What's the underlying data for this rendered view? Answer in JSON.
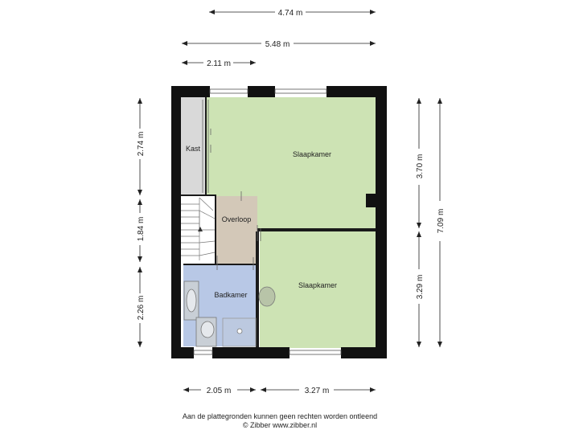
{
  "dimensions": {
    "top_total": "4.74 m",
    "top_outer": "5.48 m",
    "top_left": "2.11 m",
    "left_upper": "2.74 m",
    "left_middle": "1.84 m",
    "left_lower": "2.26 m",
    "right_upper": "3.70 m",
    "right_lower": "3.29 m",
    "right_total": "7.09 m",
    "bottom_left": "2.05 m",
    "bottom_right": "3.27 m"
  },
  "rooms": {
    "kast": "Kast",
    "slaapkamer_1": "Slaapkamer",
    "overloop": "Overloop",
    "slaapkamer_2": "Slaapkamer",
    "badkamer": "Badkamer"
  },
  "colors": {
    "wall": "#111111",
    "bedroom": "#cde3b4",
    "landing": "#d3c8b8",
    "bathroom": "#b8c8e6",
    "closet": "#d9d9d9",
    "stairs": "#ffffff"
  },
  "footer": {
    "line1": "Aan de plattegronden kunnen geen rechten worden ontleend",
    "line2": "© Zibber www.zibber.nl"
  }
}
